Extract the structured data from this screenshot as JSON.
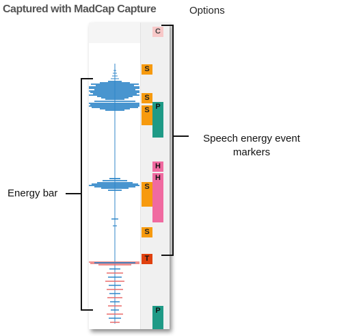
{
  "watermark": "Captured with MadCap Capture",
  "options_label": "Options",
  "annotations": {
    "speech_line1": "Speech energy event",
    "speech_line2": "markers",
    "energy_bar": "Energy bar"
  },
  "markers": [
    {
      "label": "C",
      "color": "#f8c8c8",
      "text": "#444"
    },
    {
      "label": "S",
      "color": "#f79a0e",
      "text": "#222"
    },
    {
      "label": "S",
      "color": "#f79a0e",
      "text": "#222"
    },
    {
      "label": "S",
      "color": "#f79a0e",
      "text": "#222"
    },
    {
      "label": "P",
      "color": "#1f9a86",
      "text": "#111"
    },
    {
      "label": "H",
      "color": "#f06aa0",
      "text": "#111"
    },
    {
      "label": "H",
      "color": "#f06aa0",
      "text": "#111"
    },
    {
      "label": "S",
      "color": "#f79a0e",
      "text": "#222"
    },
    {
      "label": "S",
      "color": "#f79a0e",
      "text": "#222"
    },
    {
      "label": "T",
      "color": "#e0410e",
      "text": "#111"
    },
    {
      "label": "P",
      "color": "#1f9a86",
      "text": "#111"
    }
  ],
  "colors": {
    "energy_blue": "#2f86c8",
    "energy_red": "#e86a6a"
  }
}
